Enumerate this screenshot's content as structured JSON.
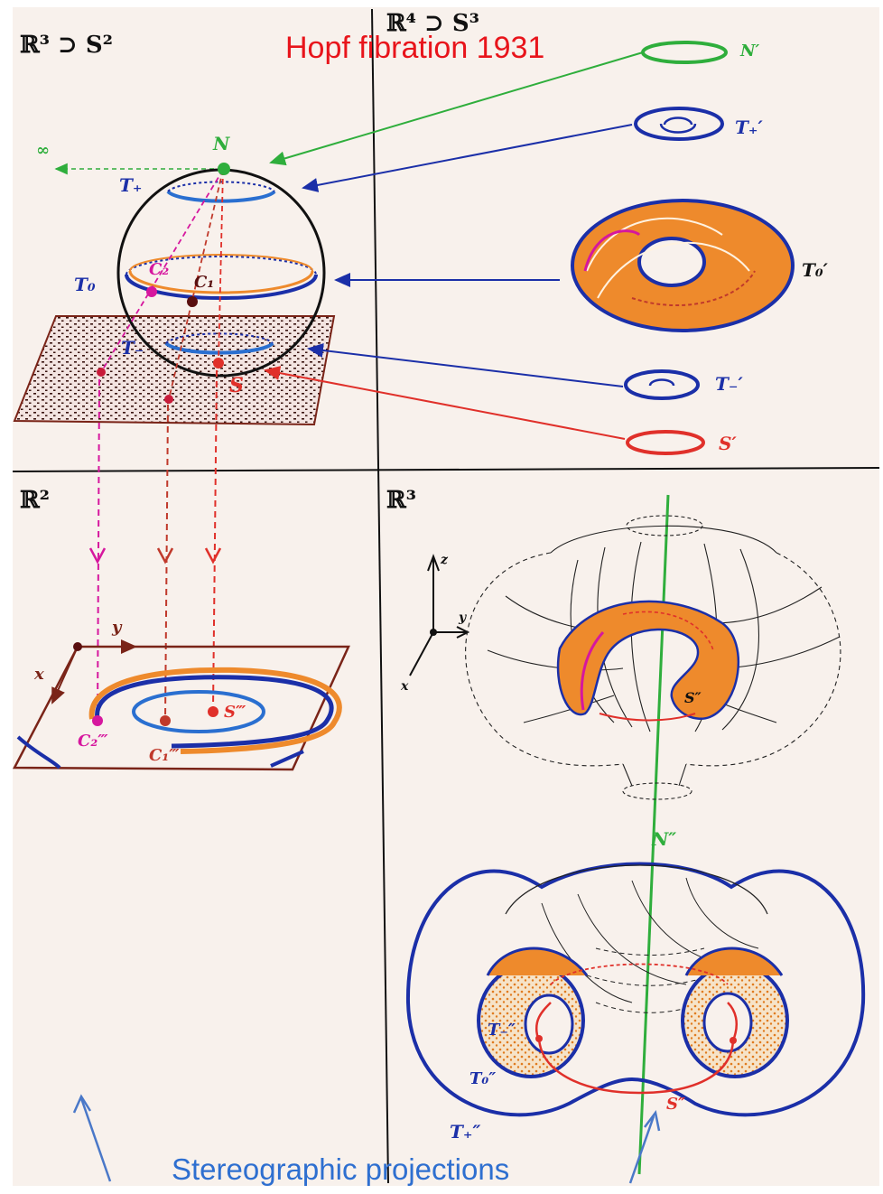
{
  "title": "Hopf fibration 1931",
  "caption": "Stereographic projections",
  "colors": {
    "title": "#e8141b",
    "caption": "#2e6fd0",
    "fiber_blue": "#1b2fa8",
    "fiber_orange": "#ee8a2c",
    "north_green": "#2fae3c",
    "south_red": "#e0302a",
    "c2_magenta": "#d6179e",
    "plane_brown": "#7a2418"
  },
  "quadrants": {
    "top_left": {
      "heading": "ℝ³ ⊃ S²",
      "labels": {
        "infinity": "∞",
        "north": "N",
        "t_plus": "T₊",
        "t_zero": "T₀",
        "t_minus": "T₋",
        "c2": "C₂",
        "c1": "C₁",
        "south": "S"
      }
    },
    "top_right": {
      "heading": "ℝ⁴ ⊃ S³",
      "labels": {
        "n_prime": "N′",
        "t_plus_prime": "T₊′",
        "t_zero_prime": "T₀′",
        "t_minus_prime": "T₋′",
        "s_prime": "S′"
      }
    },
    "bottom_left": {
      "heading": "ℝ²",
      "labels": {
        "x": "x",
        "y": "y",
        "c2_3": "C₂‴",
        "c1_3": "C₁‴",
        "s_3": "S‴"
      }
    },
    "bottom_right": {
      "heading": "ℝ³",
      "labels": {
        "x": "x",
        "y": "y",
        "z": "z",
        "s_2_upper": "S″",
        "n_2": "N″",
        "t_minus_2": "T₋″",
        "t_zero_2": "T₀″",
        "t_plus_2": "T₊″",
        "s_2": "S″"
      }
    }
  }
}
